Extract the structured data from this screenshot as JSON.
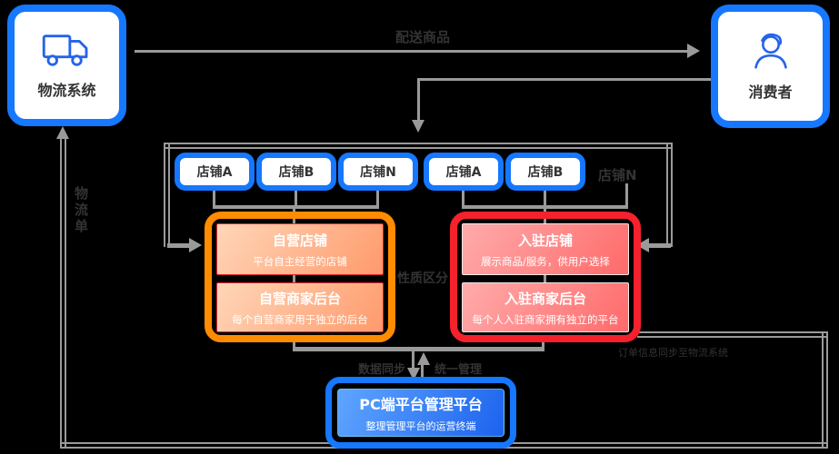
{
  "colors": {
    "accent_blue": "#1677ff",
    "accent_orange": "#ff8c00",
    "accent_red": "#f5212d",
    "connector_gray": "#9a9a9a",
    "label_dark": "#333333"
  },
  "logistics": {
    "label": "物流系统",
    "icon": "truck-icon"
  },
  "consumer": {
    "label": "消费者",
    "icon": "user-icon"
  },
  "shops": {
    "items": [
      "店铺A",
      "店铺B",
      "店铺N",
      "店铺A",
      "店铺B"
    ],
    "more": "店铺N"
  },
  "self_group": {
    "shop": {
      "title": "自营店铺",
      "desc": "平台自主经营的店铺"
    },
    "backend": {
      "title": "自营商家后台",
      "desc": "每个自营商家用于独立的后台"
    }
  },
  "settled_group": {
    "shop": {
      "title": "入驻店铺",
      "desc": "展示商品/服务，供用户选择"
    },
    "backend": {
      "title": "入驻商家后台",
      "desc": "每个人入驻商家拥有独立的平台"
    }
  },
  "pc_platform": {
    "title": "PC端平台管理平台",
    "desc": "整理管理平台的运营终端"
  },
  "edge_labels": {
    "delivery": "配送商品",
    "category": "性质区分",
    "data_sync": "数据同步",
    "unified_manage": "统一管理",
    "order_flow": "订单信息同步至物流系统",
    "logistics_slip": "物流单"
  }
}
